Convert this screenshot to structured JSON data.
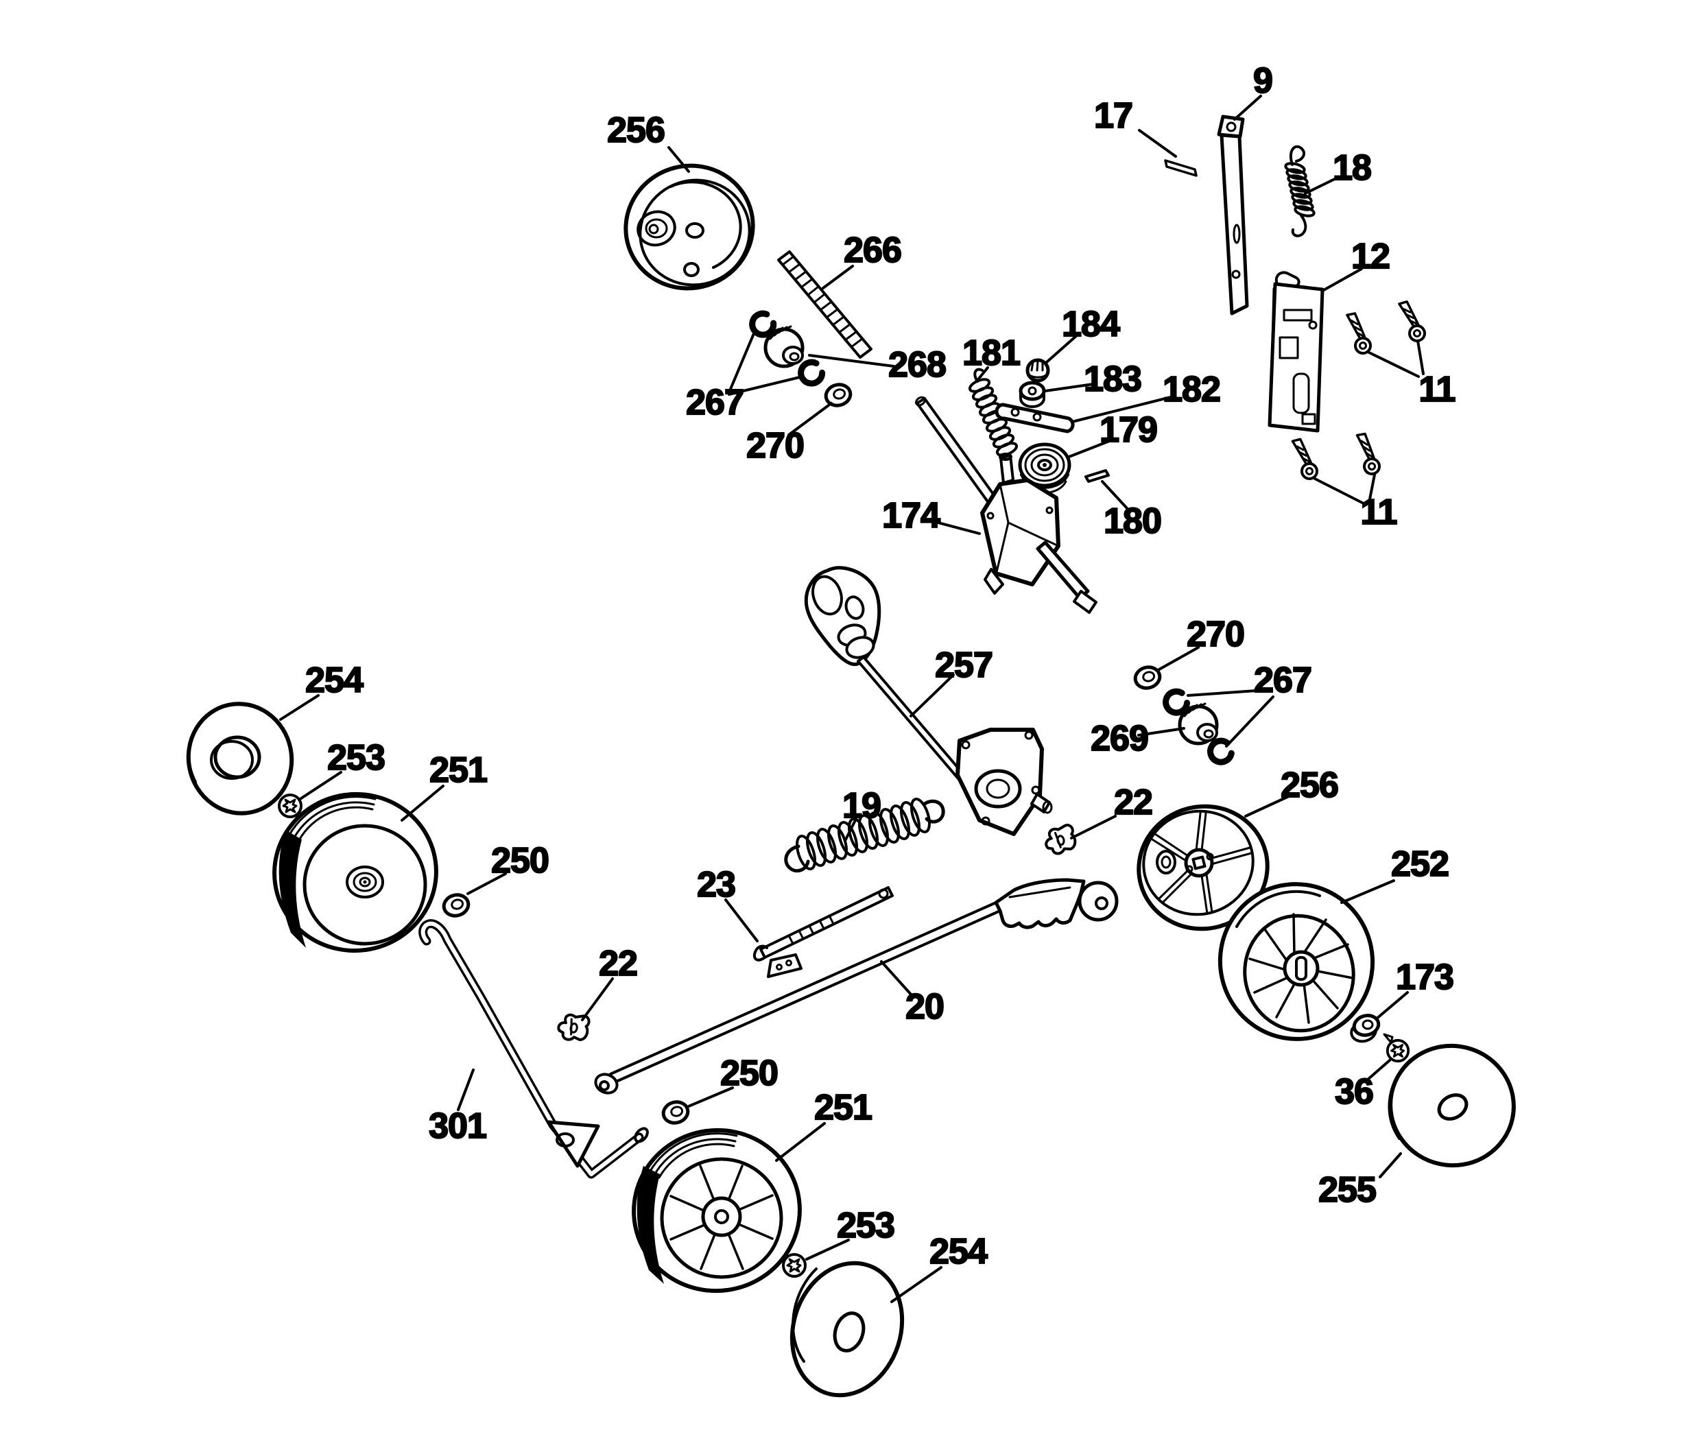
{
  "diagram": {
    "kind": "exploded-parts-diagram",
    "subject": "wheel drive / transmission assembly",
    "colors": {
      "ink": "#000000",
      "paper": "#ffffff"
    }
  },
  "labels": [
    {
      "id": "wheel-cover-front-left",
      "text": "256"
    },
    {
      "id": "pin",
      "text": "17"
    },
    {
      "id": "handle-bracket-bar",
      "text": "9"
    },
    {
      "id": "extension-spring",
      "text": "18"
    },
    {
      "id": "mounting-plate",
      "text": "12"
    },
    {
      "id": "screws-upper-pair",
      "text": "11"
    },
    {
      "id": "screws-lower-pair",
      "text": "11"
    },
    {
      "id": "threaded-rod",
      "text": "266"
    },
    {
      "id": "drive-adapter-left",
      "text": "268"
    },
    {
      "id": "shift-spring",
      "text": "181"
    },
    {
      "id": "knurled-nut",
      "text": "184"
    },
    {
      "id": "spacer",
      "text": "183"
    },
    {
      "id": "link",
      "text": "182"
    },
    {
      "id": "pulley",
      "text": "179"
    },
    {
      "id": "snap-rings-left",
      "text": "267"
    },
    {
      "id": "washer-left",
      "text": "270"
    },
    {
      "id": "gearbox",
      "text": "174"
    },
    {
      "id": "roll-pin",
      "text": "180"
    },
    {
      "id": "shift-rod",
      "text": "257"
    },
    {
      "id": "washer-right",
      "text": "270"
    },
    {
      "id": "snap-rings-right",
      "text": "267"
    },
    {
      "id": "drive-adapter-right",
      "text": "269"
    },
    {
      "id": "wheel-cover-left",
      "text": "254"
    },
    {
      "id": "push-nut-left",
      "text": "253"
    },
    {
      "id": "tire-left",
      "text": "251"
    },
    {
      "id": "idler-spring",
      "text": "19"
    },
    {
      "id": "clip-right",
      "text": "22"
    },
    {
      "id": "spoked-wheel-right",
      "text": "256"
    },
    {
      "id": "washer-front-left",
      "text": "250"
    },
    {
      "id": "adjuster-rack",
      "text": "23"
    },
    {
      "id": "tire-right",
      "text": "252"
    },
    {
      "id": "clip-left",
      "text": "22"
    },
    {
      "id": "height-adjuster-rod",
      "text": "20"
    },
    {
      "id": "flange-nut",
      "text": "173"
    },
    {
      "id": "push-nut-right",
      "text": "36"
    },
    {
      "id": "axle-rod",
      "text": "301"
    },
    {
      "id": "washer-bottom",
      "text": "250"
    },
    {
      "id": "tire-bottom",
      "text": "251"
    },
    {
      "id": "wheel-cover-right",
      "text": "255"
    },
    {
      "id": "push-nut-bottom",
      "text": "253"
    },
    {
      "id": "wheel-cover-bottom",
      "text": "254"
    }
  ]
}
